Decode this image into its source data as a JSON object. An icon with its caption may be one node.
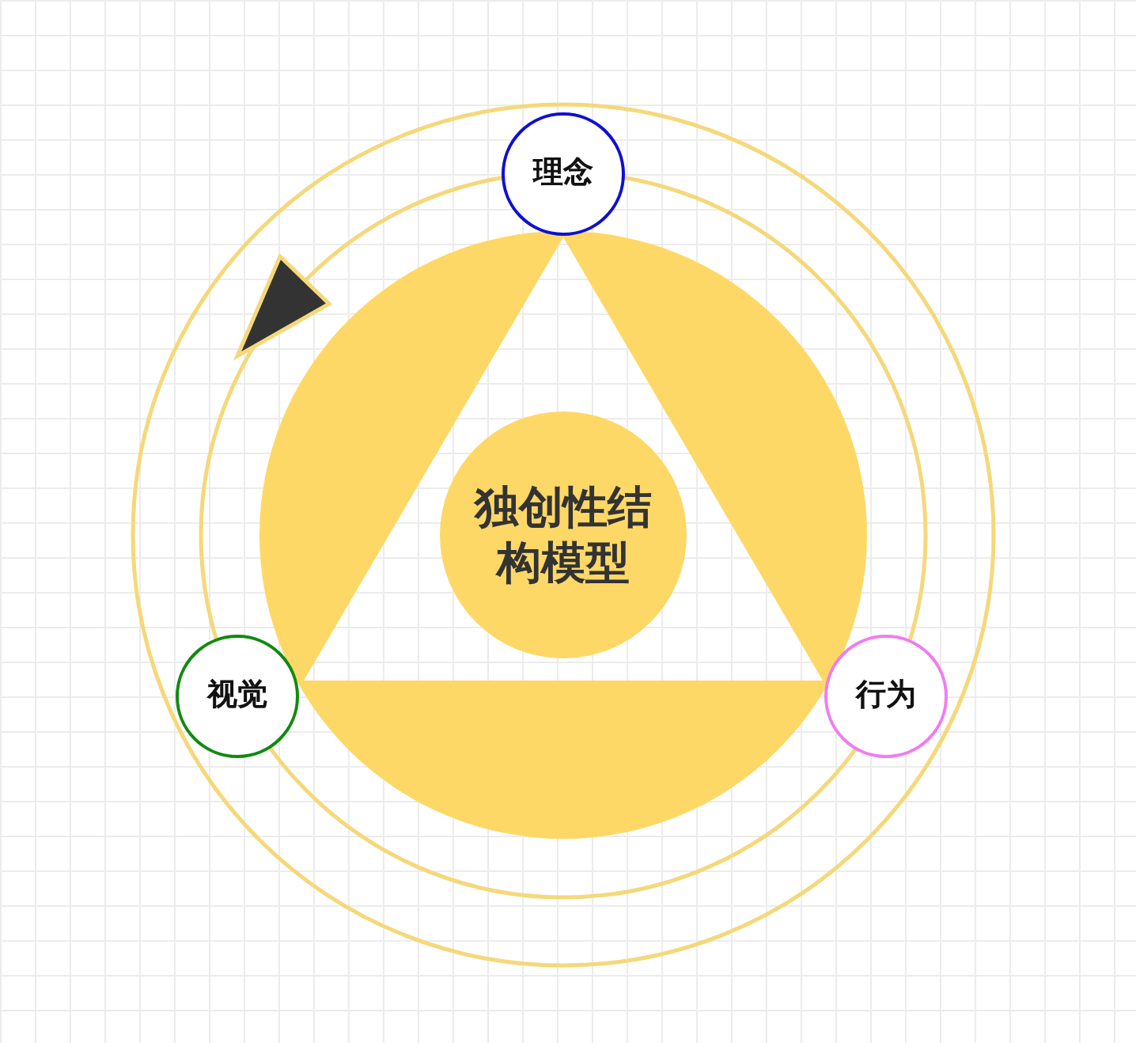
{
  "diagram": {
    "nodes": [
      {
        "text": [
          "独创性结构模型"
        ]
      },
      {
        "text": [
          "理念"
        ]
      },
      {
        "text": [
          "视觉"
        ]
      },
      {
        "text": [
          "行为"
        ]
      }
    ]
  }
}
